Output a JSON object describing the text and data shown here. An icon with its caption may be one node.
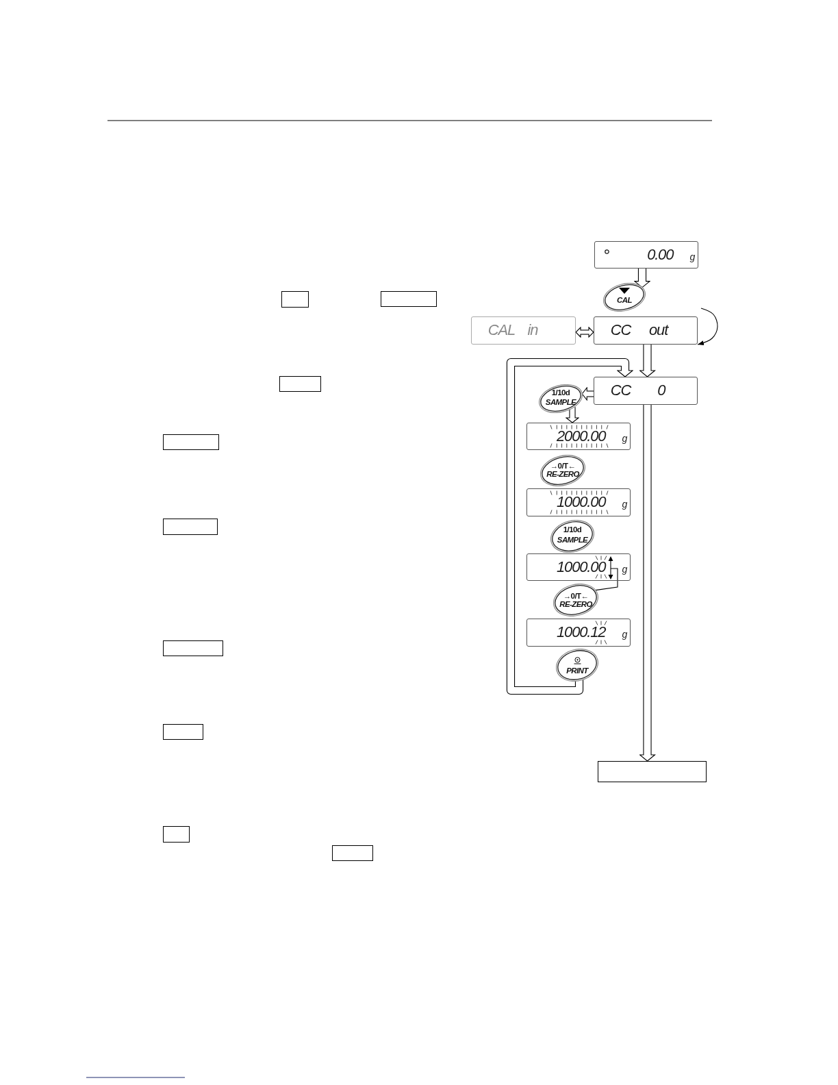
{
  "diagram": {
    "nodes": [
      {
        "text": [
          "0.00",
          "g"
        ]
      },
      {
        "text": [
          "CAL"
        ]
      },
      {
        "text": [
          "CAL in"
        ]
      },
      {
        "text": [
          "CC out"
        ]
      },
      {
        "text": [
          "CC",
          "0"
        ]
      },
      {
        "text": [
          "1/10d",
          "SAMPLE"
        ]
      },
      {
        "text": [
          "2000.00",
          "g"
        ]
      },
      {
        "text": [
          "→0/T←",
          "RE-ZERO"
        ]
      },
      {
        "text": [
          "1000.00",
          "g"
        ]
      },
      {
        "text": [
          "1/10d",
          "SAMPLE"
        ]
      },
      {
        "text": [
          "1000.00",
          "g"
        ]
      },
      {
        "text": [],
        "shape": "arrow",
        "in": 10
      },
      {
        "text": [
          "→0/T←",
          "RE-ZERO"
        ]
      },
      {
        "text": [
          "1000.12",
          "g"
        ]
      },
      {
        "text": [
          "PRINT"
        ]
      },
      {
        "text": [],
        "shape": "box"
      },
      {
        "text": [],
        "shape": "box"
      },
      {
        "text": [],
        "shape": "box"
      },
      {
        "text": [],
        "shape": "box"
      },
      {
        "text": [],
        "shape": "box"
      },
      {
        "text": [],
        "shape": "box"
      },
      {
        "text": [],
        "shape": "box"
      },
      {
        "text": [],
        "shape": "box"
      },
      {
        "text": [],
        "shape": "box"
      },
      {
        "text": [],
        "shape": "box"
      }
    ],
    "edges": [
      {
        "from": 0,
        "to": 1,
        "arrow": "to"
      },
      {
        "from": 2,
        "to": 3,
        "arrow": "both"
      },
      {
        "from": null,
        "to": 3,
        "arrow": "to"
      },
      {
        "from": 3,
        "to": 4,
        "arrow": "to"
      },
      {
        "from": 4,
        "to": 5,
        "arrow": "to"
      },
      {
        "from": 5,
        "to": 6,
        "arrow": "to"
      },
      {
        "from": 4,
        "to": 15,
        "arrow": "to"
      },
      {
        "from": 11,
        "to": 12,
        "arrow": "none"
      },
      {
        "from": 14,
        "to": 4,
        "arrow": "to"
      }
    ]
  }
}
